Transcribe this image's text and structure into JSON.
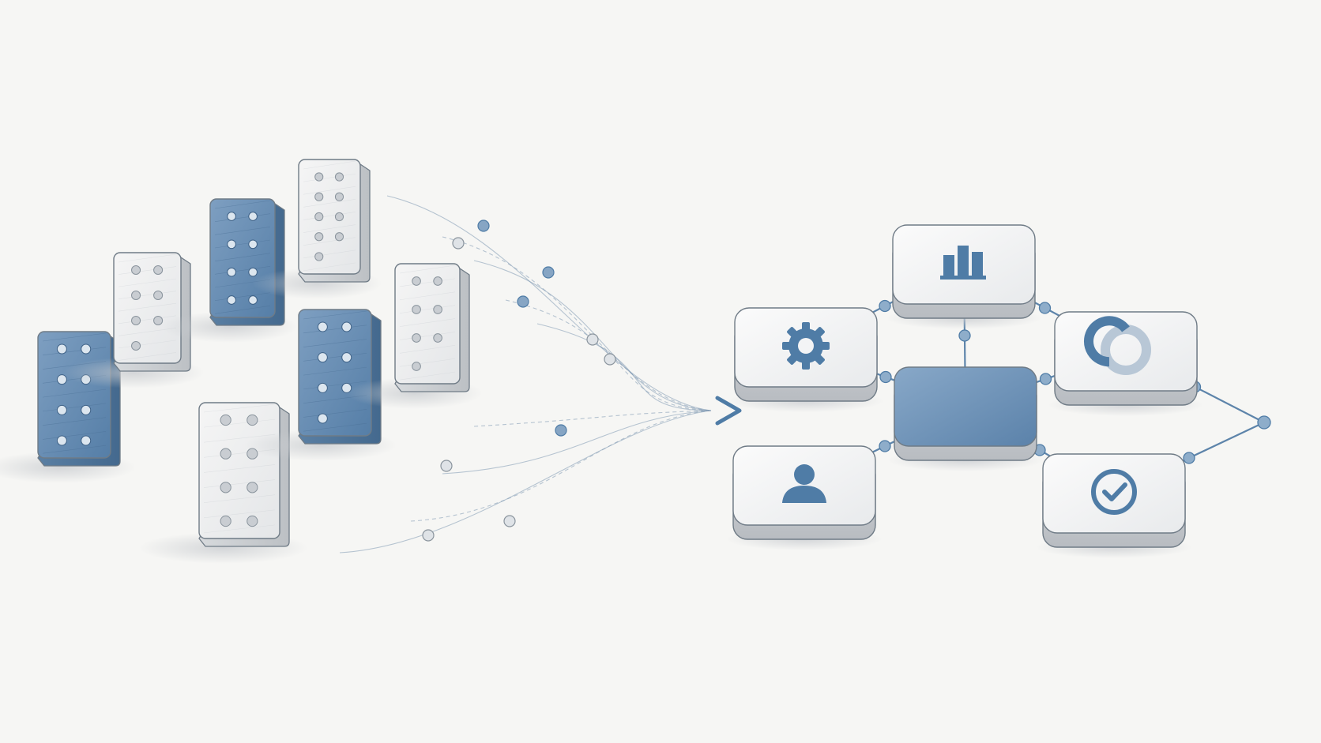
{
  "palette": {
    "background": "#f6f6f4",
    "tile_white": "#e7e8ea",
    "tile_white_top": "#f3f3f3",
    "tile_blue": "#5f87ad",
    "tile_blue_top": "#89a9c7",
    "outline": "#6f7b86",
    "accent": "#4f7ca6",
    "shadow": "#d3d5d8"
  },
  "dominoes": [
    {
      "id": "left-front",
      "color": "blue",
      "pips": [
        1,
        1,
        1,
        1,
        1,
        1,
        1,
        1
      ]
    },
    {
      "id": "back-left",
      "color": "white",
      "pips": [
        1,
        1,
        1,
        1,
        1,
        1,
        1
      ]
    },
    {
      "id": "back-center",
      "color": "blue",
      "pips": [
        1,
        1,
        1,
        1,
        1,
        1,
        1,
        1
      ]
    },
    {
      "id": "back-right",
      "color": "white",
      "pips": [
        1,
        1,
        1,
        1,
        1,
        1,
        1,
        1,
        1
      ]
    },
    {
      "id": "front-center",
      "color": "white",
      "pips": [
        1,
        1,
        1,
        1,
        1,
        1,
        1,
        1
      ]
    },
    {
      "id": "front-right",
      "color": "blue",
      "pips": [
        1,
        1,
        1,
        1,
        1,
        1,
        1
      ]
    },
    {
      "id": "right",
      "color": "white",
      "pips": [
        1,
        1,
        1,
        1,
        1,
        1,
        1
      ]
    }
  ],
  "nodes": [
    {
      "id": "center",
      "type": "blank",
      "icon": "none"
    },
    {
      "id": "top",
      "type": "icon",
      "icon": "bar-chart-icon"
    },
    {
      "id": "left",
      "type": "icon",
      "icon": "gear-icon"
    },
    {
      "id": "right",
      "type": "icon",
      "icon": "donut-chart-icon"
    },
    {
      "id": "bottom-left",
      "type": "icon",
      "icon": "user-icon"
    },
    {
      "id": "bottom-right",
      "type": "icon",
      "icon": "check-badge-icon"
    }
  ],
  "arrow_icon": "arrow-right-icon"
}
